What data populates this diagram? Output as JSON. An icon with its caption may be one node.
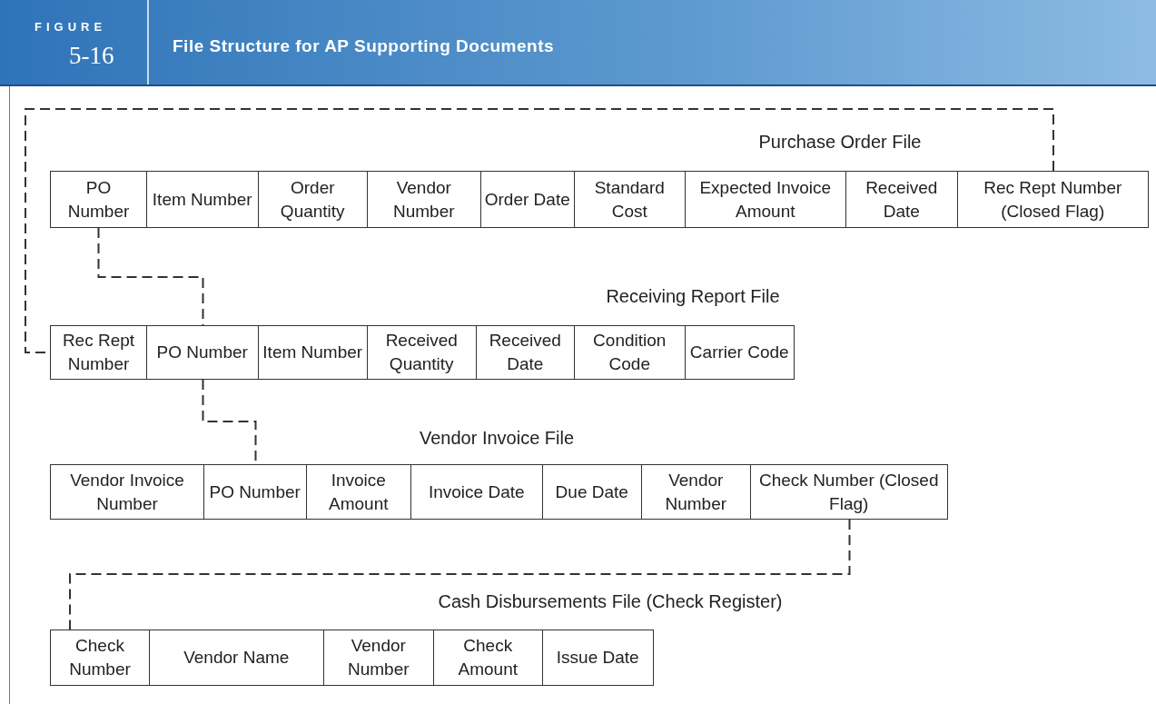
{
  "diagram": {
    "title": "File Structure for AP Supporting Documents",
    "nodes": [
      {
        "text": [
          "Purchase Order File"
        ]
      },
      {
        "text": [
          "PO Number"
        ],
        "in": 0
      },
      {
        "text": [
          "Item Number"
        ],
        "in": 0
      },
      {
        "text": [
          "Order Quantity"
        ],
        "in": 0
      },
      {
        "text": [
          "Vendor Number"
        ],
        "in": 0
      },
      {
        "text": [
          "Order Date"
        ],
        "in": 0
      },
      {
        "text": [
          "Standard Cost"
        ],
        "in": 0
      },
      {
        "text": [
          "Expected Invoice Amount"
        ],
        "in": 0
      },
      {
        "text": [
          "Received Date"
        ],
        "in": 0
      },
      {
        "text": [
          "Rec Rept Number (Closed Flag)"
        ],
        "in": 0
      },
      {
        "text": [
          "Receiving Report File"
        ]
      },
      {
        "text": [
          "Rec Rept Number"
        ],
        "in": 10
      },
      {
        "text": [
          "PO Number"
        ],
        "in": 10
      },
      {
        "text": [
          "Item Number"
        ],
        "in": 10
      },
      {
        "text": [
          "Received Quantity"
        ],
        "in": 10
      },
      {
        "text": [
          "Received Date"
        ],
        "in": 10
      },
      {
        "text": [
          "Condition Code"
        ],
        "in": 10
      },
      {
        "text": [
          "Carrier Code"
        ],
        "in": 10
      },
      {
        "text": [
          "Vendor Invoice File"
        ]
      },
      {
        "text": [
          "Vendor Invoice Number"
        ],
        "in": 18
      },
      {
        "text": [
          "PO Number"
        ],
        "in": 18
      },
      {
        "text": [
          "Invoice Amount"
        ],
        "in": 18
      },
      {
        "text": [
          "Invoice Date"
        ],
        "in": 18
      },
      {
        "text": [
          "Due Date"
        ],
        "in": 18
      },
      {
        "text": [
          "Vendor Number"
        ],
        "in": 18
      },
      {
        "text": [
          "Check Number (Closed Flag)"
        ],
        "in": 18
      },
      {
        "text": [
          "Cash Disbursements File (Check Register)"
        ]
      },
      {
        "text": [
          "Check Number"
        ],
        "in": 26
      },
      {
        "text": [
          "Vendor Name"
        ],
        "in": 26
      },
      {
        "text": [
          "Vendor Number"
        ],
        "in": 26
      },
      {
        "text": [
          "Check Amount"
        ],
        "in": 26
      },
      {
        "text": [
          "Issue Date"
        ],
        "in": 26
      }
    ],
    "edges": [
      {
        "from": 9,
        "to": 11,
        "arrow": "none",
        "style": "dashed"
      },
      {
        "from": 1,
        "to": 12,
        "arrow": "none",
        "style": "dashed"
      },
      {
        "from": 12,
        "to": 20,
        "arrow": "none",
        "style": "dashed"
      },
      {
        "from": 25,
        "to": 27,
        "arrow": "none",
        "style": "dashed"
      }
    ],
    "labels": [
      "FIGURE",
      "5-16"
    ]
  }
}
